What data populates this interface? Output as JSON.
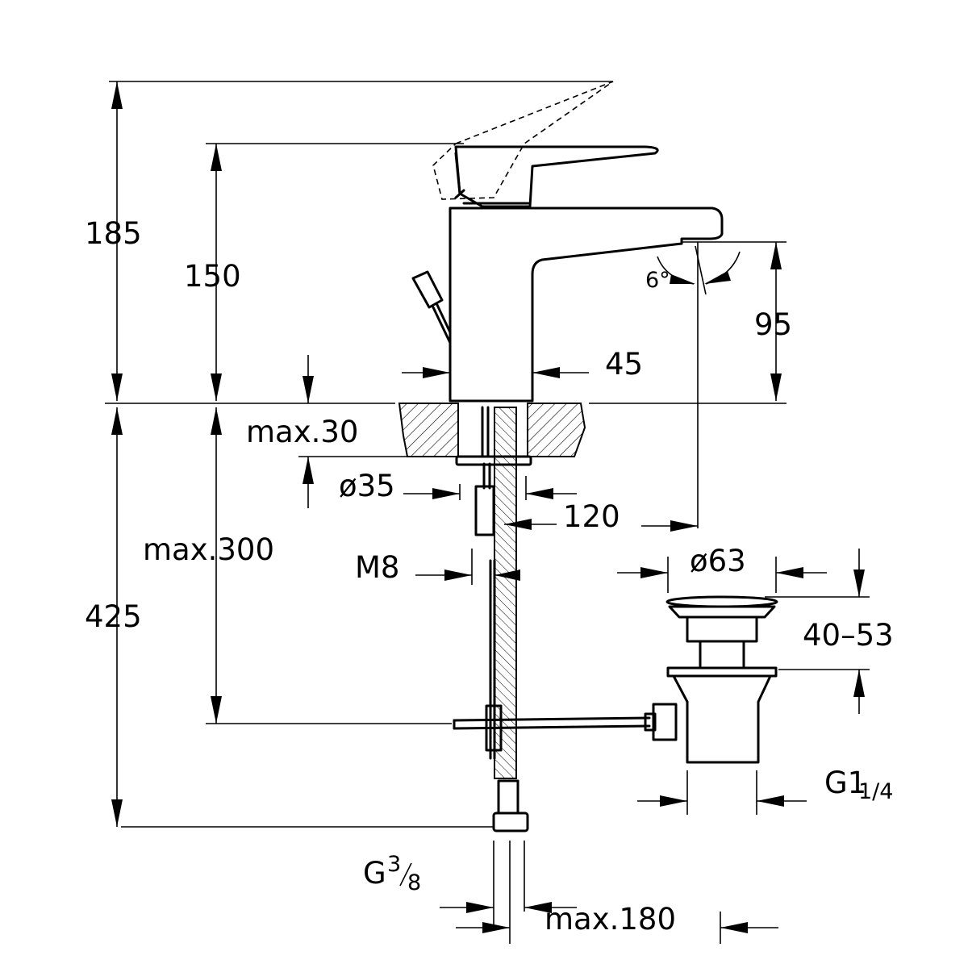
{
  "dimensions": {
    "total_height": "185",
    "height_to_lever": "150",
    "spout_height": "95",
    "body_width": "45",
    "spout_angle": "6°",
    "max_counter_thickness": "max.30",
    "hole_diameter": "ø35",
    "spout_reach": "120",
    "max_hose_length": "max.300",
    "rod_thread": "M8",
    "below_counter": "425",
    "waste_diameter": "ø63",
    "waste_range": "40–53",
    "waste_thread_main": "G1",
    "waste_thread_frac": "1/4",
    "supply_thread_main": "G",
    "supply_thread_num": "3",
    "supply_thread_den": "8",
    "max_offset": "max.180"
  },
  "colors": {
    "ink": "#000000",
    "paper": "#ffffff"
  }
}
